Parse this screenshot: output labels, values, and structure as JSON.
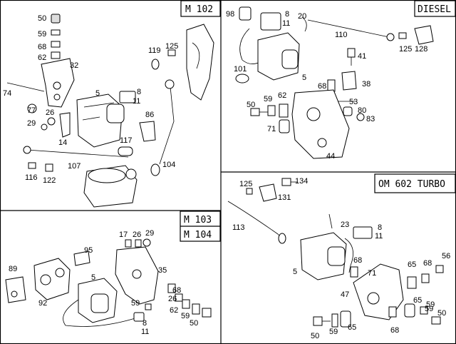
{
  "panels": {
    "m102": {
      "title": "M 102",
      "labels": [
        "50",
        "59",
        "68",
        "62",
        "32",
        "74",
        "77",
        "26",
        "29",
        "14",
        "5",
        "8",
        "11",
        "86",
        "117",
        "107",
        "116",
        "122",
        "104",
        "119",
        "125"
      ]
    },
    "diesel": {
      "title": "DIESEL",
      "labels": [
        "98",
        "8",
        "11",
        "20",
        "110",
        "125",
        "128",
        "41",
        "101",
        "5",
        "38",
        "68",
        "59",
        "62",
        "53",
        "50",
        "80",
        "83",
        "71",
        "44"
      ]
    },
    "om602": {
      "title": "OM 602 TURBO",
      "labels": [
        "125",
        "134",
        "131",
        "23",
        "8",
        "11",
        "113",
        "5",
        "68",
        "71",
        "56",
        "65",
        "68",
        "59",
        "47",
        "65",
        "59",
        "50",
        "68",
        "50",
        "59",
        "65"
      ]
    },
    "m103": {
      "title_1": "M 103",
      "title_2": "M 104",
      "labels": [
        "17",
        "26",
        "29",
        "95",
        "35",
        "89",
        "92",
        "5",
        "68",
        "26",
        "59",
        "62",
        "59",
        "50",
        "8",
        "11"
      ]
    }
  }
}
